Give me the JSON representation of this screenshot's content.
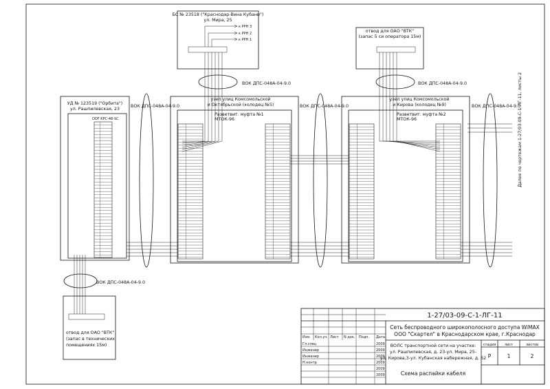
{
  "labels": {
    "bs": [
      "БС № 23518 (\"Краснодар-Вина Кубани\")",
      "ул. Мира, 25"
    ],
    "bs_feeds": [
      "к РРН 3",
      "к РРН 2",
      "к РРН 1"
    ],
    "ots": [
      "отвод для ОАО \"ВТК\"",
      "(запас 5 си оператора 15м)"
    ],
    "ud": [
      "УД № 123519 (\"Орбита\")",
      "ул. Рашпилевская, 23"
    ],
    "odf": "ODF KPC-48-SC",
    "node1": [
      "узел улиц Комсомольской",
      "и Октябрьской (колодец №5)"
    ],
    "node2": [
      "узел улиц Комсомольской",
      "и Кирова (колодец №9)"
    ],
    "muf1": [
      "Разветвит. муфта №1",
      "МТОК-96"
    ],
    "muf2": [
      "Разветвит. муфта №2",
      "МТОК-96"
    ],
    "bottom": [
      "отвод для ОАО \"ВТК\"",
      "(запас в технических",
      "помещениях 15м)"
    ],
    "cable": "ВОК ДПС-048А-04-9.0",
    "vertical": "Далее по чертежам 1-27/03-09-С-1-ЛГ-11, листы 2"
  },
  "stamp": {
    "code": "1-27/03-09-С-1-ЛГ-11",
    "project": [
      "Сеть беспроводного широкополосного доступа WiMAX",
      "ООО \"Скартел\" в Краснодарском крае, г.Краснодар"
    ],
    "sheet_desc": [
      "ВОЛС транспортной сети на участке:",
      "ул. Рашпилевская, д. 23-ул. Мира, 25-",
      "ул. Кирова,3-ул. Кубанская набережная, д. 62"
    ],
    "drawing": "Схема распайки кабеля",
    "cols": [
      "Изм.",
      "Кол.уч.",
      "Лист",
      "N док.",
      "Подп.",
      "Дата"
    ],
    "roles": [
      "Гл.спец",
      "Инженер",
      "Инженер",
      "Н.контр"
    ],
    "year": "2009",
    "stage_h": "стадия",
    "sheet_h": "лист",
    "sheets_h": "листов",
    "stage": "Р",
    "sheet": "1",
    "sheets": "2"
  }
}
